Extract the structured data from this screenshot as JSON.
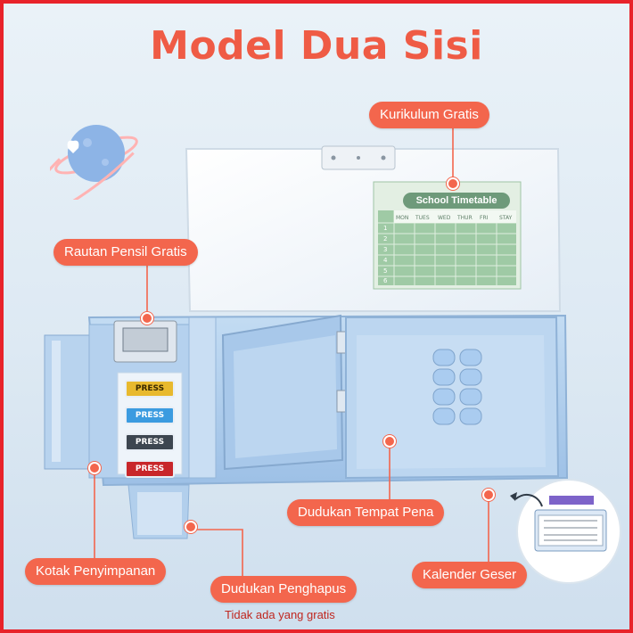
{
  "title": "Model Dua Sisi",
  "callouts": {
    "kurikulum": "Kurikulum Gratis",
    "rautan": "Rautan Pensil Gratis",
    "dudukan_pena": "Dudukan Tempat Pena",
    "kalender": "Kalender Geser",
    "kotak": "Kotak Penyimpanan",
    "penghapus": "Dudukan Penghapus"
  },
  "note": "Tidak ada yang gratis",
  "buttons": [
    {
      "label": "PRESS",
      "color": "#e8b92e"
    },
    {
      "label": "PRESS",
      "color": "#3b9be0"
    },
    {
      "label": "PRESS",
      "color": "#3d4650"
    },
    {
      "label": "PRESS",
      "color": "#c8262a"
    }
  ],
  "timetable": {
    "title": "School Timetable",
    "days": [
      "MON",
      "TUES",
      "WED",
      "THUR",
      "FRI",
      "STAY"
    ],
    "rows": [
      "1",
      "2",
      "3",
      "4",
      "5",
      "6"
    ]
  },
  "colors": {
    "accent": "#f3664d",
    "border": "#e8232a",
    "case": "#a9c9ea"
  }
}
